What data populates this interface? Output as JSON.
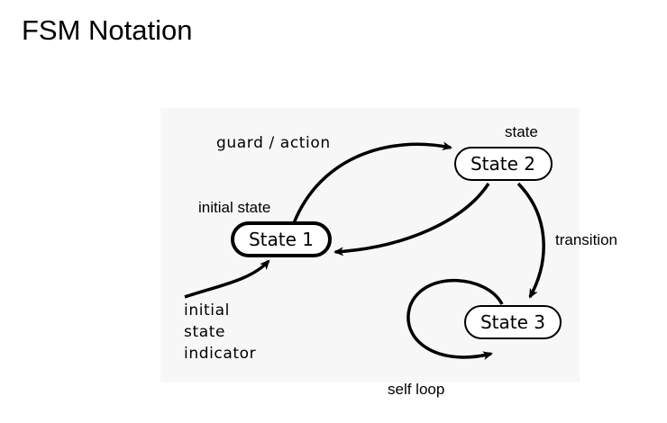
{
  "title": "FSM Notation",
  "states": {
    "s1": "State 1",
    "s2": "State 2",
    "s3": "State 3"
  },
  "labels": {
    "guard_action": "guard / action",
    "state": "state",
    "initial_state": "initial state",
    "transition": "transition",
    "initial_state_indicator": [
      "initial",
      "state",
      "indicator"
    ],
    "self_loop": "self loop"
  }
}
